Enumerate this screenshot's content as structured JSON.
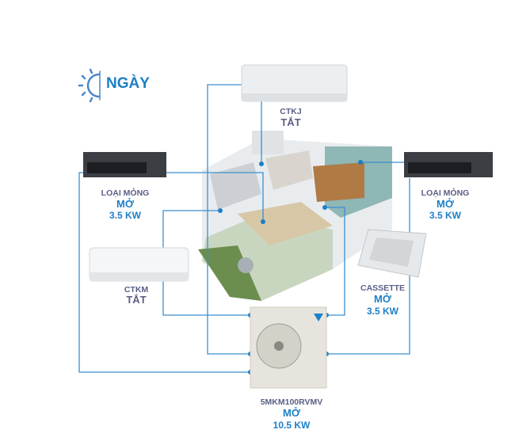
{
  "mode": {
    "label": "NGÀY",
    "icon": "sun-icon"
  },
  "colors": {
    "line": "#3a8fd0",
    "accent": "#1d7fc6",
    "label": "#5b5f86"
  },
  "units": {
    "ctkj": {
      "name": "CTKJ",
      "state": "TẮT"
    },
    "duct_left": {
      "name": "LOẠI MỎNG",
      "state": "MỞ",
      "power": "3.5 KW"
    },
    "duct_right": {
      "name": "LOẠI MỎNG",
      "state": "MỞ",
      "power": "3.5 KW"
    },
    "ctkm": {
      "name": "CTKM",
      "state": "TẮT"
    },
    "cassette": {
      "name": "CASSETTE",
      "state": "MỞ",
      "power": "3.5 KW"
    },
    "outdoor": {
      "name": "5MKM100RVMV",
      "state": "MỞ",
      "power": "10.5 KW"
    }
  }
}
